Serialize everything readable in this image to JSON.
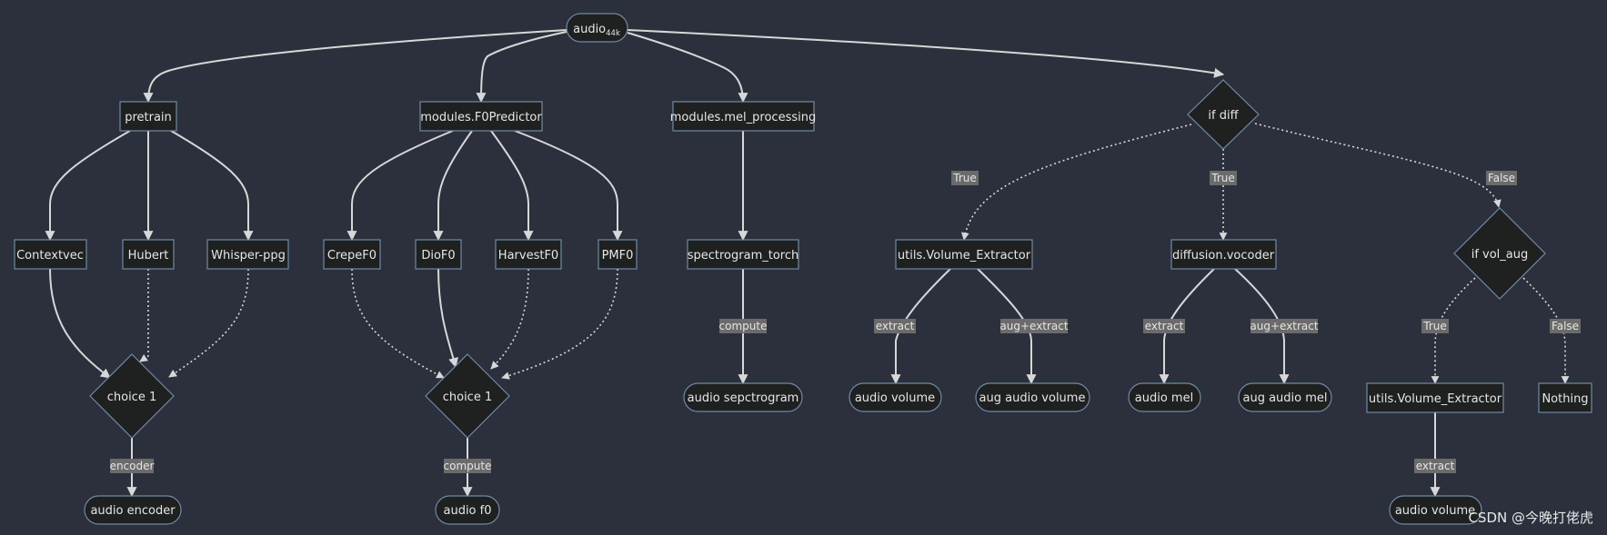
{
  "diagram": {
    "root": {
      "label": "audio",
      "subscript": "44k"
    },
    "nodes": {
      "pretrain": "pretrain",
      "f0predictor": "modules.F0Predictor",
      "mel_processing": "modules.mel_processing",
      "if_diff": "if diff",
      "contextvec": "Contextvec",
      "hubert": "Hubert",
      "whisper": "Whisper-ppg",
      "crepe": "CrepeF0",
      "dio": "DioF0",
      "harvest": "HarvestF0",
      "pm": "PMF0",
      "spectrogram": "spectrogram_torch",
      "vol_extractor1": "utils.Volume_Extractor",
      "vocoder": "diffusion.vocoder",
      "if_vol_aug": "if vol_aug",
      "choice_a": "choice 1",
      "choice_b": "choice 1",
      "audio_encoder": "audio encoder",
      "audio_f0": "audio f0",
      "audio_spec": "audio sepctrogram",
      "audio_volume1": "audio volume",
      "aug_audio_volume": "aug audio volume",
      "audio_mel": "audio mel",
      "aug_audio_mel": "aug audio mel",
      "vol_extractor2": "utils.Volume_Extractor",
      "nothing": "Nothing",
      "audio_volume2": "audio volume"
    },
    "edge_labels": {
      "encoder": "encoder",
      "compute_f0": "compute",
      "compute_spec": "compute",
      "true1": "True",
      "true2": "True",
      "false1": "False",
      "extract1": "extract",
      "aug_extract1": "aug+extract",
      "extract2": "extract",
      "aug_extract2": "aug+extract",
      "true3": "True",
      "false2": "False",
      "extract3": "extract"
    }
  },
  "watermark": "CSDN @今晚打佬虎"
}
